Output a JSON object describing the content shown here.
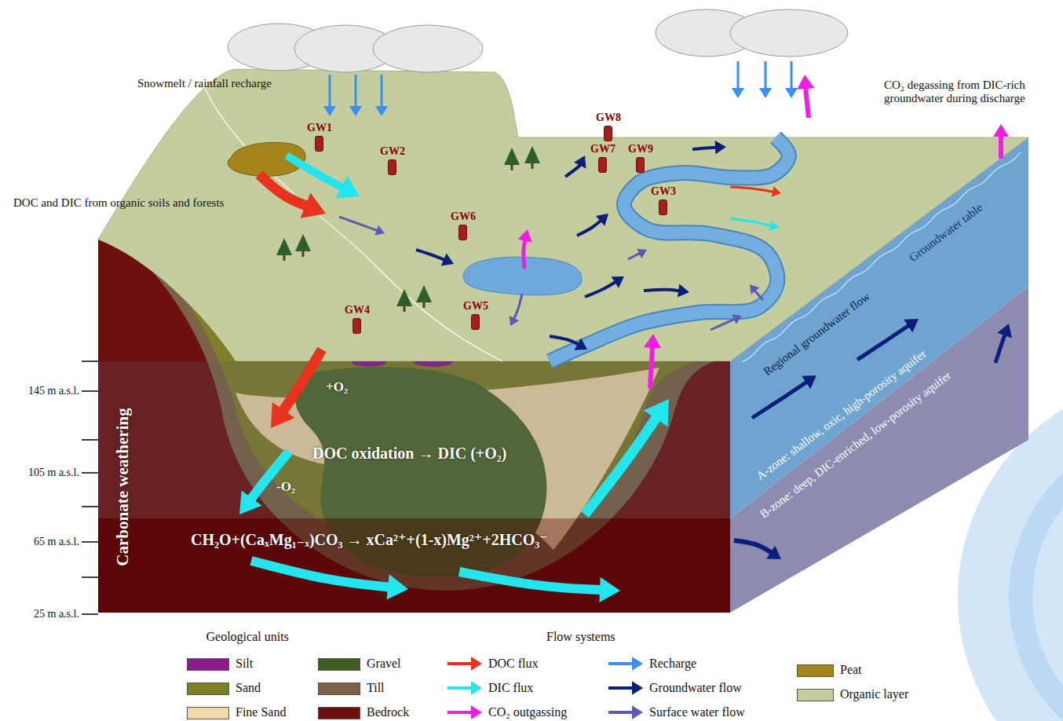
{
  "diagram": {
    "nodes": [
      {
        "text": [
          "GW8"
        ]
      },
      {
        "text": [
          "GW1"
        ]
      },
      {
        "text": [
          "GW7"
        ]
      },
      {
        "text": [
          "GW9"
        ]
      },
      {
        "text": [
          "GW2"
        ]
      },
      {
        "text": [
          "GW3"
        ]
      },
      {
        "text": [
          "GW6"
        ]
      },
      {
        "text": [
          "GW5"
        ]
      },
      {
        "text": [
          "GW4"
        ]
      },
      {
        "text": [
          "A-zone: shallow, oxic, high-porosity aquifer"
        ]
      },
      {
        "text": [
          "B-zone: deep, DIC-enriched, low-porosity aquifer"
        ]
      }
    ],
    "labels": [
      "Snowmelt / rainfall recharge",
      "DOC and DIC from organic soils and forests",
      "CO₂ degassing from DIC-rich groundwater during discharge",
      "Groundwater table",
      "Regional groundwater flow",
      "+O₂",
      "DOC oxidation → DIC (+O₂)",
      "-O₂",
      "CH₂O+(CaₓMg₁₋ₓ)CO₃ → xCa²⁺+(1-x)Mg²⁺+2HCO₃⁻",
      "Carbonate weathering",
      "145 m a.s.l.",
      "105 m a.s.l.",
      "65 m a.s.l.",
      "25 m a.s.l.",
      "Geological units",
      "Flow systems"
    ],
    "legend": [
      {
        "text": "Silt",
        "color": "#8b1a8c"
      },
      {
        "text": "Sand",
        "color": "#7f7f2a"
      },
      {
        "text": "Fine Sand",
        "color": "#f2d9a9"
      },
      {
        "text": "Gravel",
        "color": "#3e5c1f"
      },
      {
        "text": "Till",
        "color": "#7b6248"
      },
      {
        "text": "Bedrock",
        "color": "#6e0f10"
      },
      {
        "text": "DOC flux"
      },
      {
        "text": "DIC flux"
      },
      {
        "text": "CO₂ outgassing"
      },
      {
        "text": "Recharge"
      },
      {
        "text": "Groundwater flow"
      },
      {
        "text": "Surface water flow"
      },
      {
        "text": "Peat",
        "color": "#a5861a"
      },
      {
        "text": "Organic layer",
        "color": "#c4cd9d"
      }
    ]
  }
}
